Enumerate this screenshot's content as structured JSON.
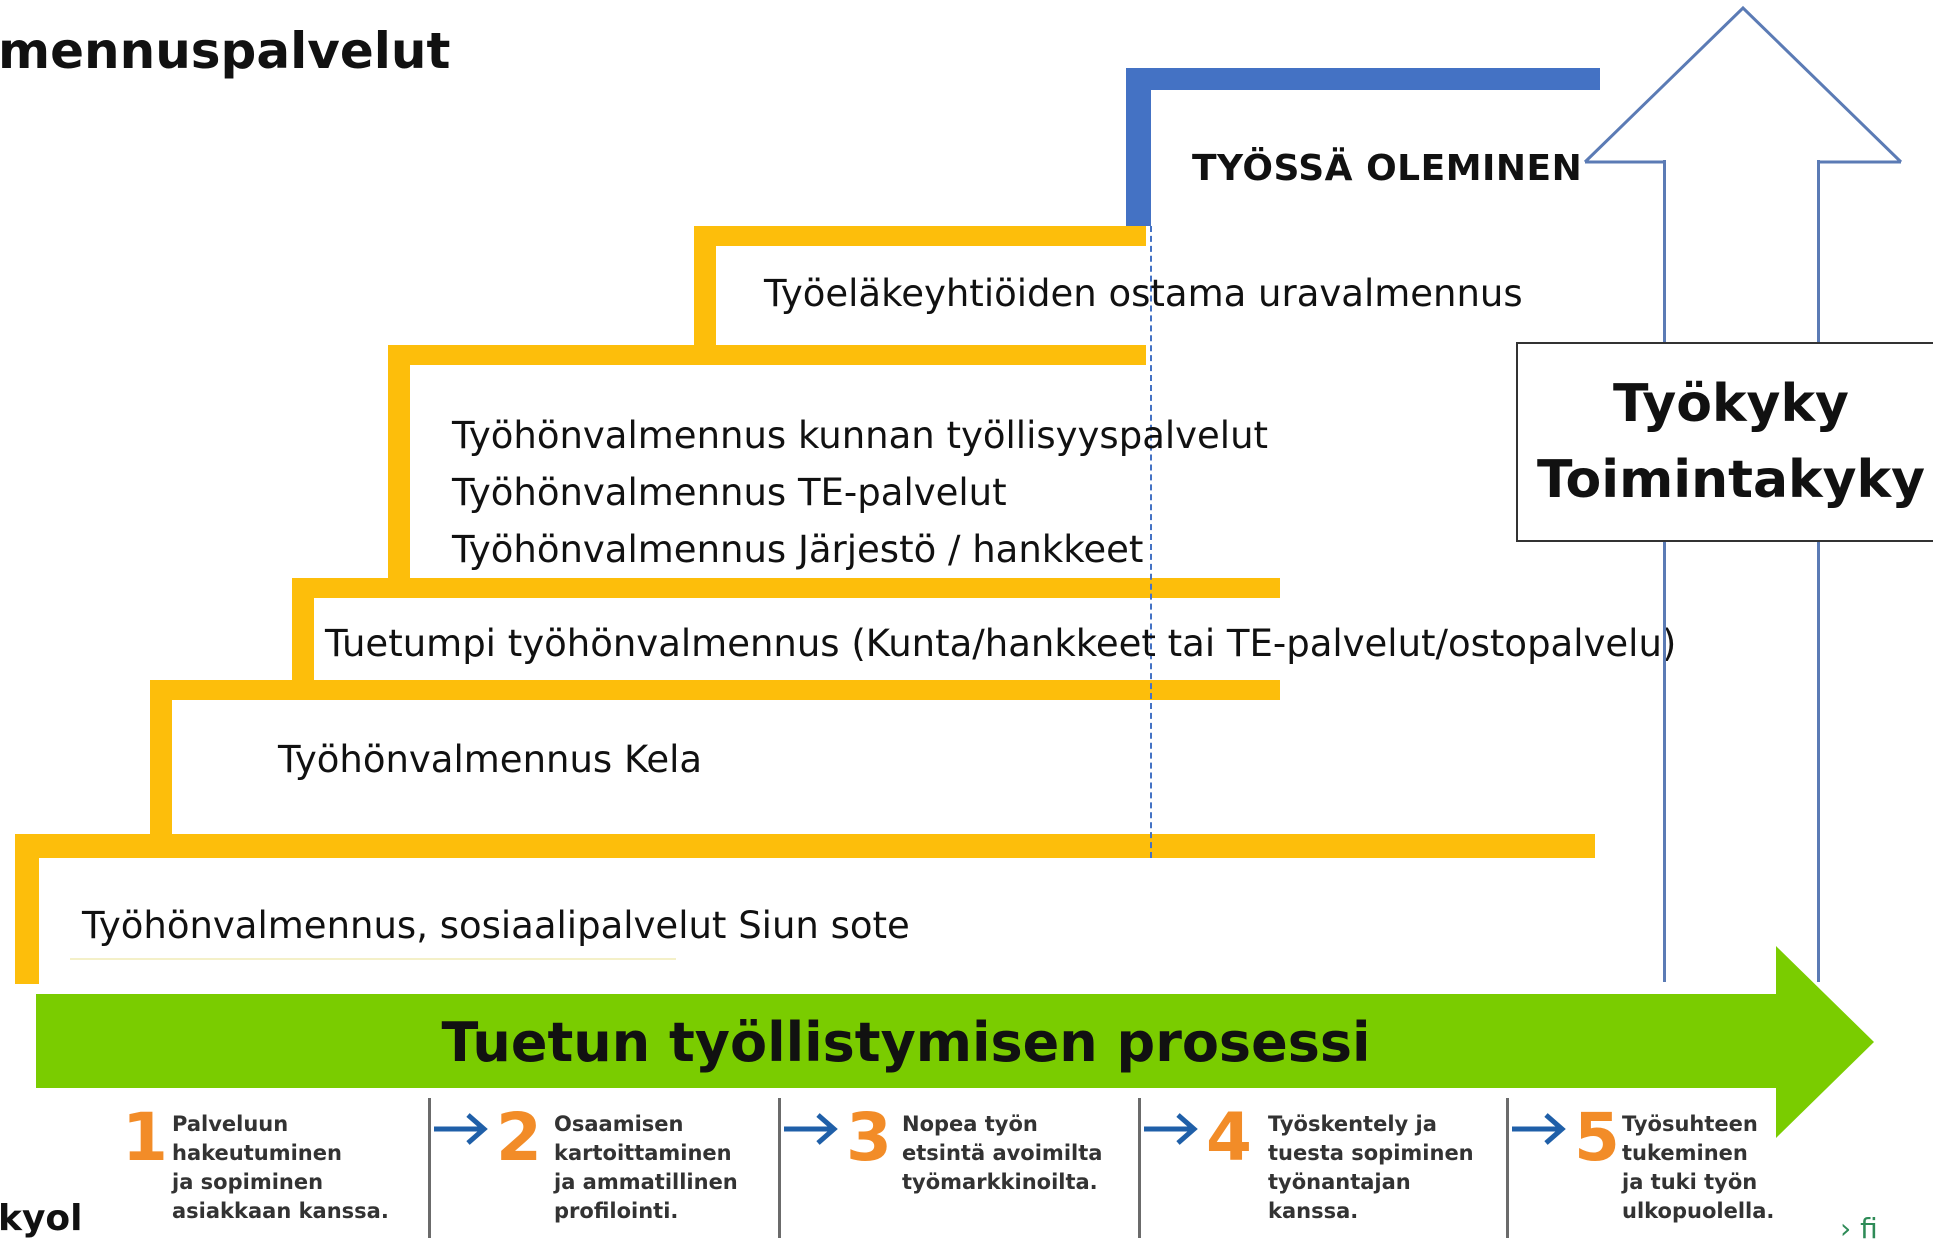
{
  "title": "mennuspalvelut",
  "footer_text": "kyol",
  "footer_right": "› fi",
  "work_label": "TYÖSSÄ OLEMINEN",
  "capacity": {
    "line1": "Työkyky",
    "line2": "Toimintakyky"
  },
  "levels": {
    "l1": "Työhönvalmennus, sosiaalipalvelut Siun sote",
    "l2": "Työhönvalmennus Kela",
    "l3": "Tuetumpi työhönvalmennus (Kunta/hankkeet tai TE-palvelut/ostopalvelu)",
    "l4a": "Työhönvalmennus kunnan työllisyyspalvelut",
    "l4b": "Työhönvalmennus TE-palvelut",
    "l4c": "Työhönvalmennus Järjestö / hankkeet",
    "l5": "Työeläkeyhtiöiden ostama uravalmennus"
  },
  "process_label": "Tuetun työllistymisen prosessi",
  "steps": [
    {
      "num": "1",
      "text": "Palveluun\nhakeutuminen\nja sopiminen\nasiakkaan kanssa."
    },
    {
      "num": "2",
      "text": "Osaamisen\nkartoittaminen\nja ammatillinen\nprofilointi."
    },
    {
      "num": "3",
      "text": "Nopea työn\netsintä avoimilta\ntyömarkkinoilta."
    },
    {
      "num": "4",
      "text": "Työskentely ja\ntuesta sopiminen\ntyönantajan\nkanssa."
    },
    {
      "num": "5",
      "text": "Työsuhteen\ntukeminen\nja tuki työn\nulkopuolella."
    }
  ],
  "colors": {
    "stair": "#FDBE0B",
    "blue_line": "#4472C4",
    "process_arrow": "#7ACC00",
    "step_number": "#F28C28"
  }
}
